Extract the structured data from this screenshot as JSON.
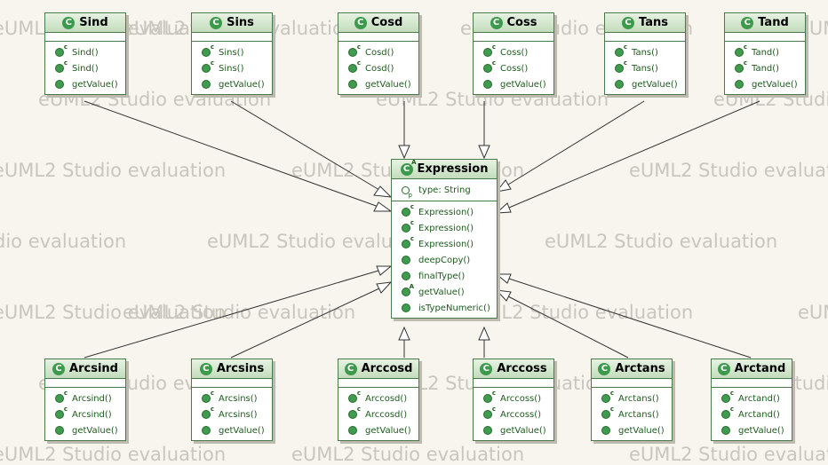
{
  "watermark": "eUML2 Studio evaluation",
  "top_classes": [
    {
      "name": "Sind",
      "ops": [
        "Sind()",
        "Sind()",
        "getValue()"
      ]
    },
    {
      "name": "Sins",
      "ops": [
        "Sins()",
        "Sins()",
        "getValue()"
      ]
    },
    {
      "name": "Cosd",
      "ops": [
        "Cosd()",
        "Cosd()",
        "getValue()"
      ]
    },
    {
      "name": "Coss",
      "ops": [
        "Coss()",
        "Coss()",
        "getValue()"
      ]
    },
    {
      "name": "Tans",
      "ops": [
        "Tans()",
        "Tans()",
        "getValue()"
      ]
    },
    {
      "name": "Tand",
      "ops": [
        "Tand()",
        "Tand()",
        "getValue()"
      ]
    }
  ],
  "expression": {
    "name": "Expression",
    "attr": "type: String",
    "ops": [
      "Expression()",
      "Expression()",
      "Expression()",
      "deepCopy()",
      "finalType()",
      "getValue()",
      "isTypeNumeric()"
    ]
  },
  "bottom_classes": [
    {
      "name": "Arcsind",
      "ops": [
        "Arcsind()",
        "Arcsind()",
        "getValue()"
      ]
    },
    {
      "name": "Arcsins",
      "ops": [
        "Arcsins()",
        "Arcsins()",
        "getValue()"
      ]
    },
    {
      "name": "Arccosd",
      "ops": [
        "Arccosd()",
        "Arccosd()",
        "getValue()"
      ]
    },
    {
      "name": "Arccoss",
      "ops": [
        "Arccoss()",
        "Arccoss()",
        "getValue()"
      ]
    },
    {
      "name": "Arctans",
      "ops": [
        "Arctans()",
        "Arctans()",
        "getValue()"
      ]
    },
    {
      "name": "Arctand",
      "ops": [
        "Arctand()",
        "Arctand()",
        "getValue()"
      ]
    }
  ],
  "colors": {
    "accent": "#3d9a4c",
    "border": "#4a7a4a",
    "background": "#f7f5ed"
  }
}
